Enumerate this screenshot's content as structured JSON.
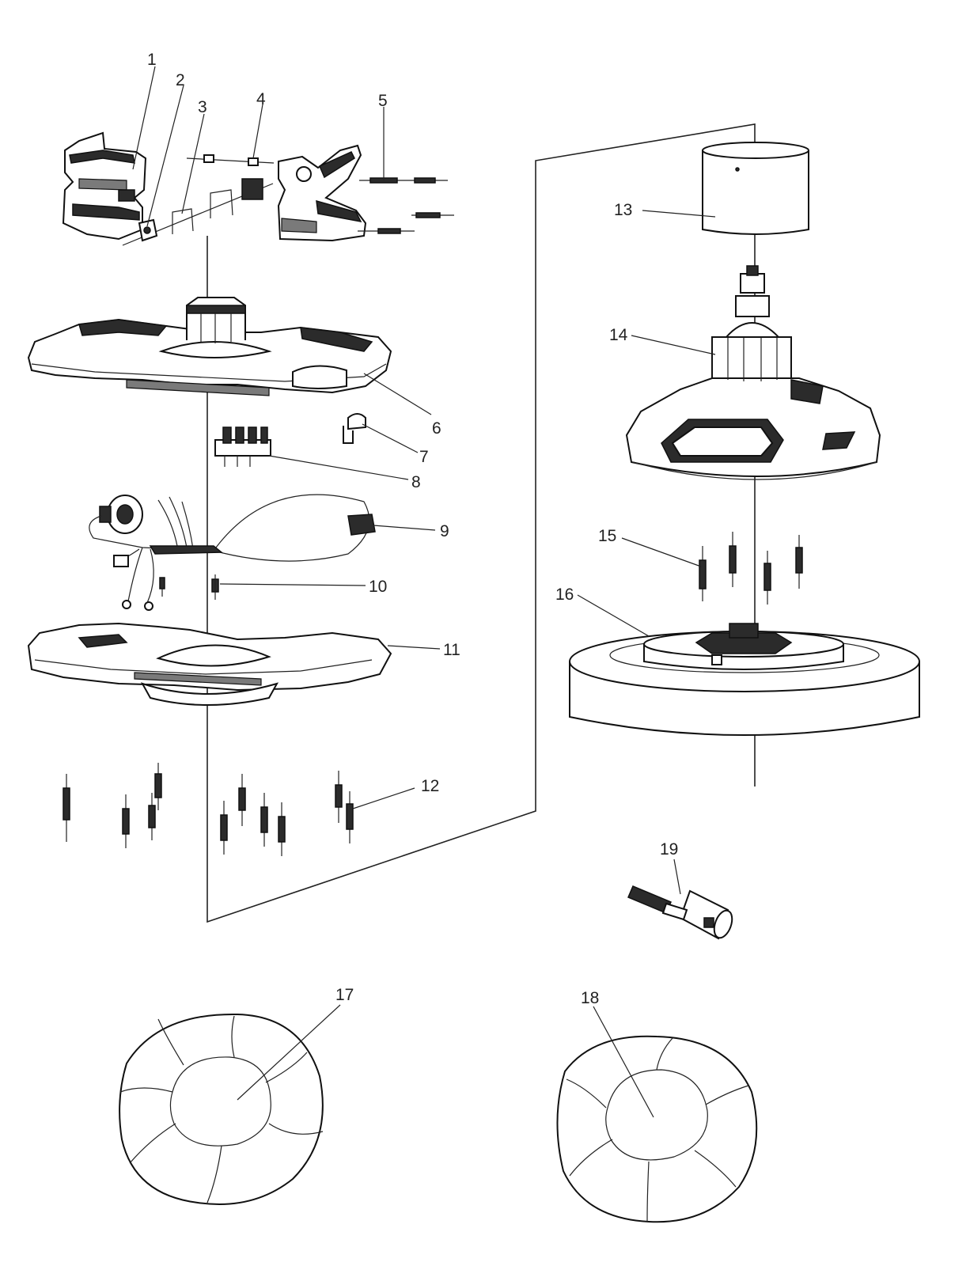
{
  "labels": [
    "1",
    "2",
    "3",
    "4",
    "5",
    "6",
    "7",
    "8",
    "9",
    "10",
    "11",
    "12",
    "13",
    "14",
    "15",
    "16",
    "17",
    "18",
    "19"
  ],
  "colors": {
    "line": "#222222",
    "fill_dark": "#2b2b2b",
    "background": "#ffffff"
  }
}
